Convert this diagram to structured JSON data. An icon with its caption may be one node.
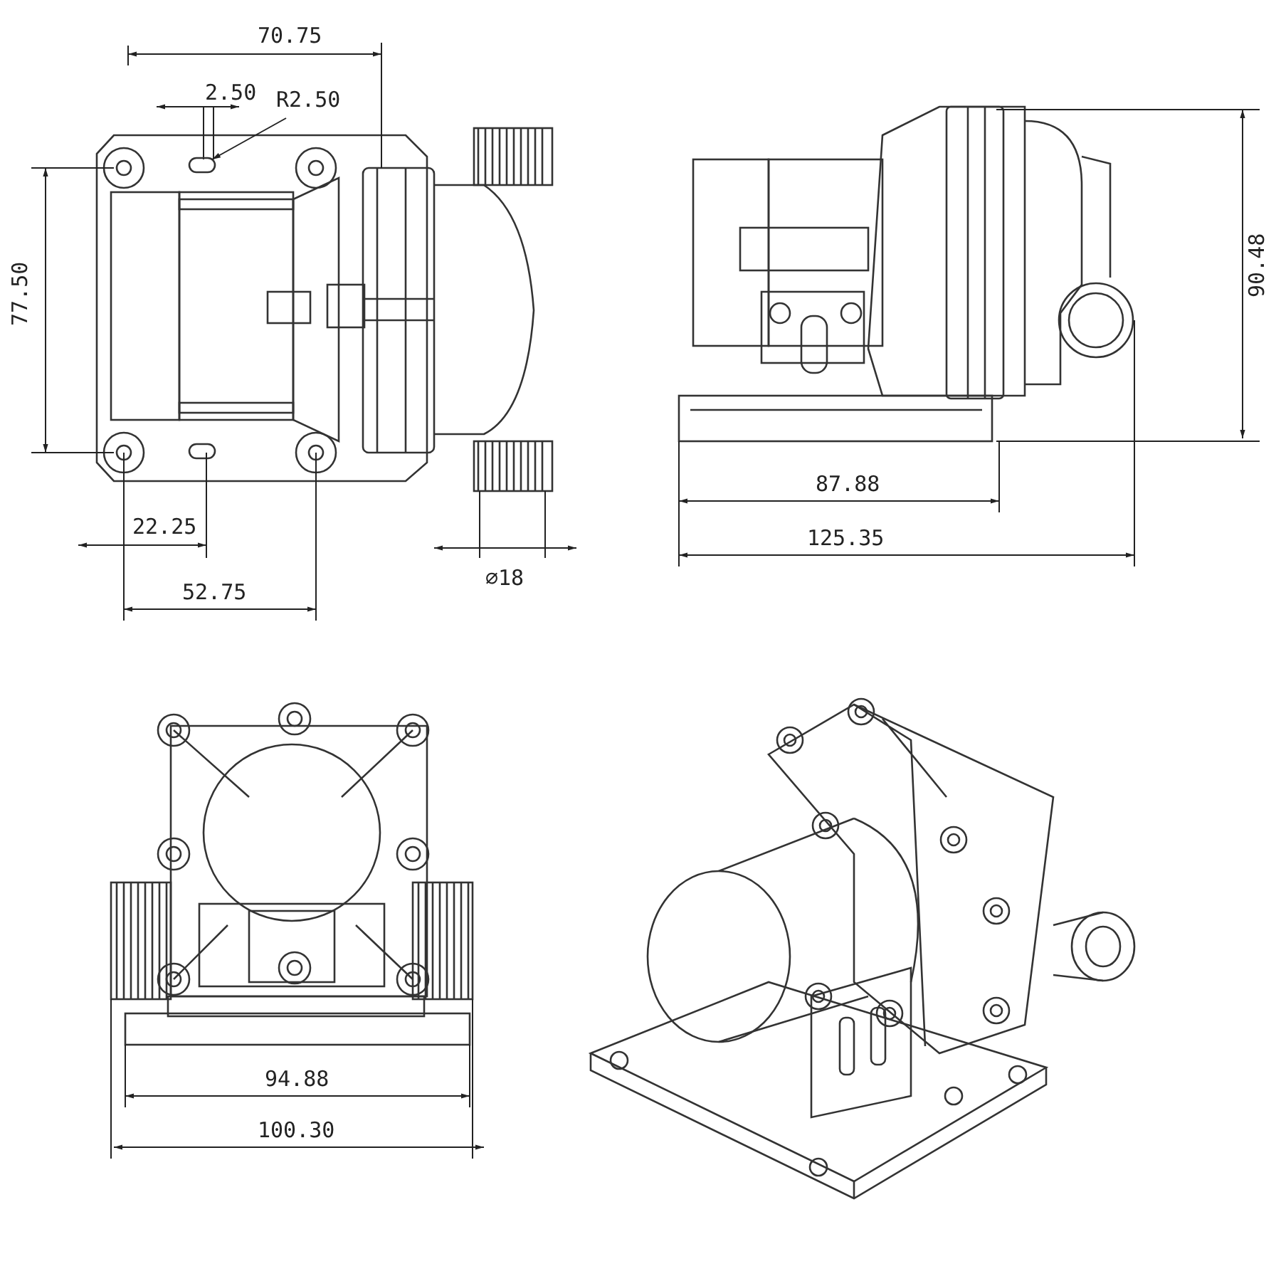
{
  "diagram": {
    "nodes": [
      {
        "text": [
          "R2.50"
        ]
      },
      {
        "text": [],
        "shape": "slot"
      }
    ],
    "edges": [
      {
        "from": 0,
        "to": 1,
        "arrow": "to"
      }
    ],
    "labels": [
      "70.75",
      "2.50",
      "77.50",
      "22.25",
      "52.75",
      "⌀18",
      "90.48",
      "87.88",
      "125.35",
      "94.88",
      "100.30"
    ]
  }
}
